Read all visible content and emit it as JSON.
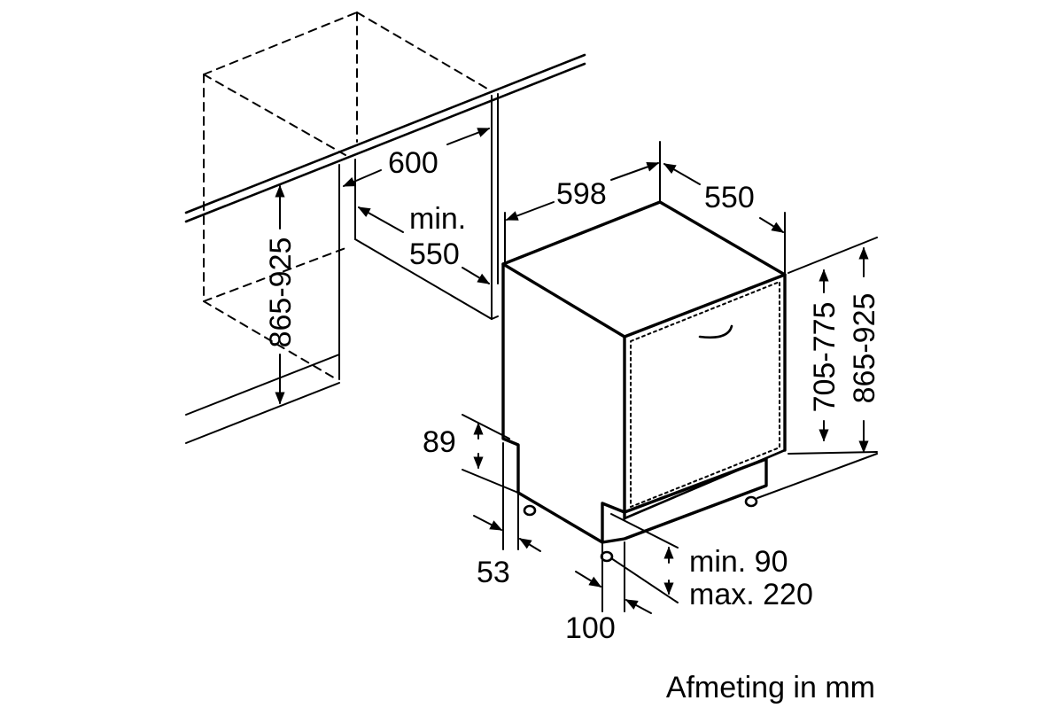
{
  "dimensions": {
    "niche_width": "600",
    "niche_depth_label": "min.",
    "niche_depth_value": "550",
    "niche_height": "865-925",
    "appliance_width": "598",
    "appliance_depth": "550",
    "appliance_height": "705-775",
    "total_height": "865-925",
    "plinth_height": "89",
    "plinth_setback": "53",
    "kick_min": "min. 90",
    "kick_max": "max. 220",
    "door_offset": "100"
  },
  "caption": "Afmeting in mm"
}
